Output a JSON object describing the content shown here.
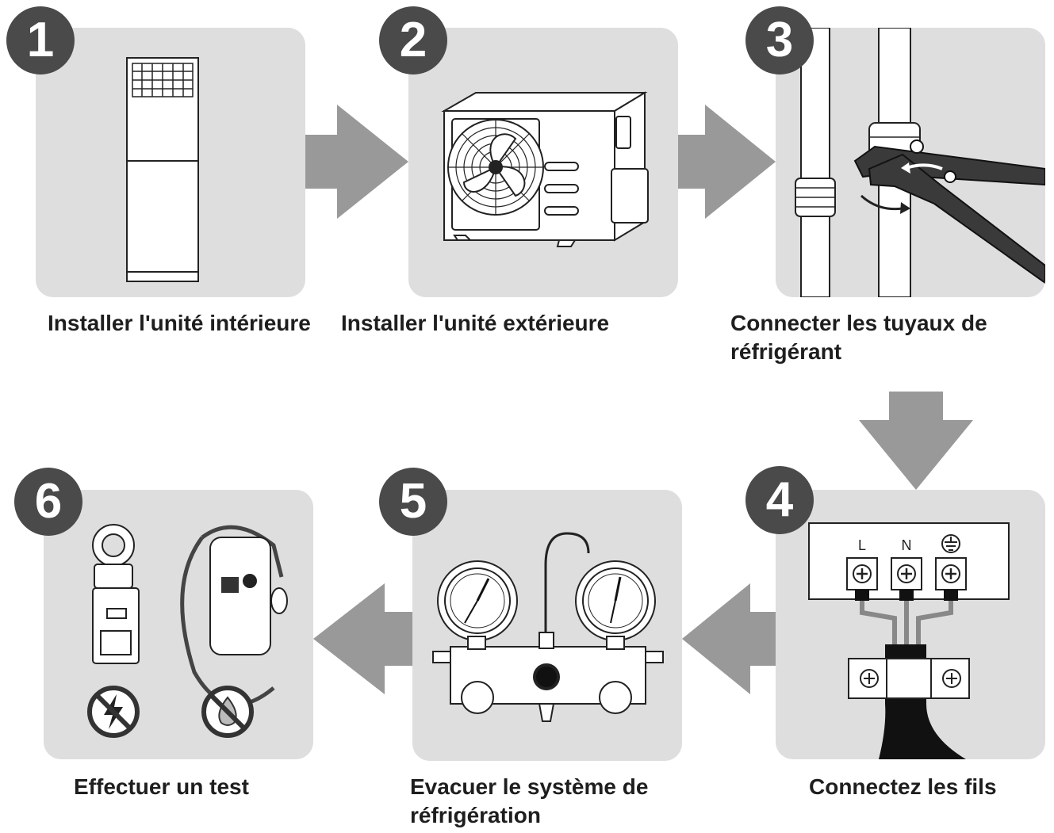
{
  "steps": [
    {
      "number": "1",
      "label": "Installer l'unité intérieure"
    },
    {
      "number": "2",
      "label": "Installer l'unité extérieure"
    },
    {
      "number": "3",
      "label_line1": "Connecter les tuyaux de",
      "label_line2": "réfrigérant"
    },
    {
      "number": "4",
      "label": "Connectez les fils"
    },
    {
      "number": "5",
      "label_line1": "Evacuer le système de",
      "label_line2": "réfrigération"
    },
    {
      "number": "6",
      "label": "Effectuer un test"
    }
  ],
  "terminal_labels": {
    "l": "L",
    "n": "N"
  },
  "colors": {
    "panel": "#dedede",
    "badge": "#4a4a4a",
    "arrow": "#999999",
    "text": "#1e1e1e"
  }
}
